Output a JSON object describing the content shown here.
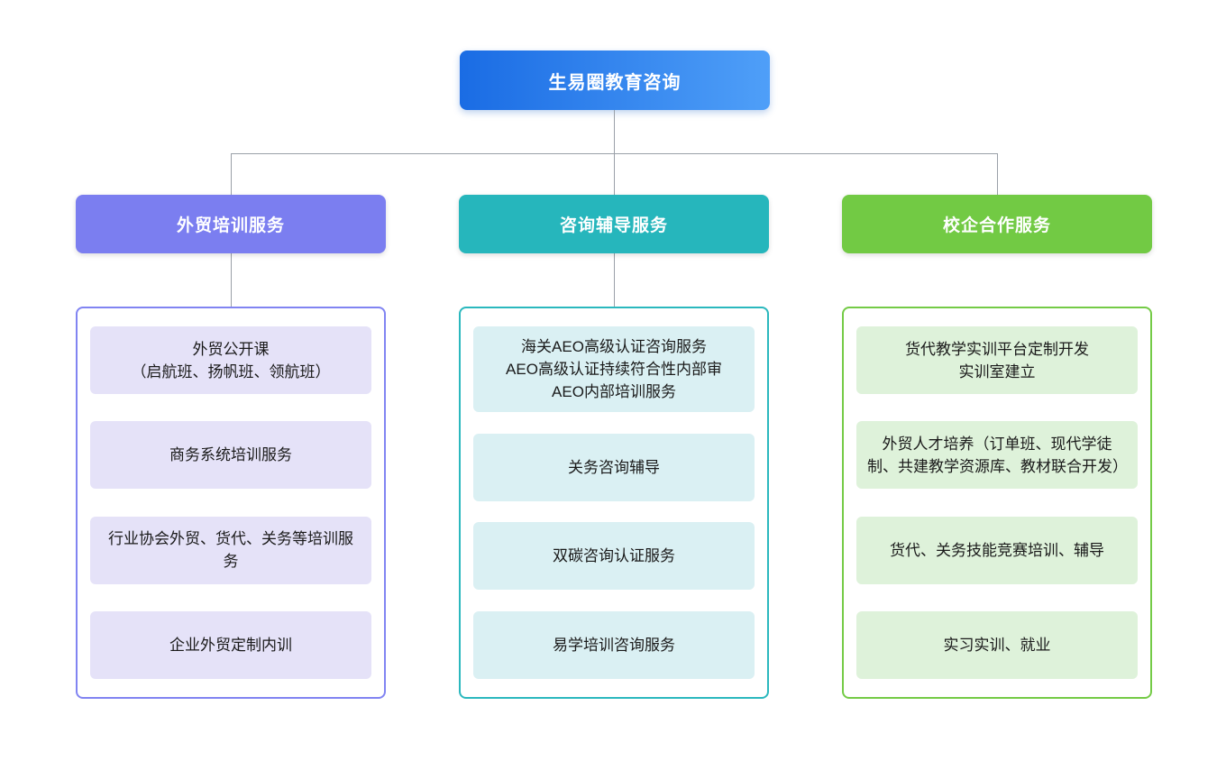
{
  "root": {
    "label": "生易圈教育咨询"
  },
  "branches": [
    {
      "label": "外贸培训服务",
      "header_color": "#7b7ef0",
      "border_color": "#8184f2",
      "item_bg": "#e5e2f8",
      "items": [
        "外贸公开课\n（启航班、扬帆班、领航班）",
        "商务系统培训服务",
        "行业协会外贸、货代、关务等培训服务",
        "企业外贸定制内训"
      ]
    },
    {
      "label": "咨询辅导服务",
      "header_color": "#26b6bc",
      "border_color": "#2bb8be",
      "item_bg": "#daf0f3",
      "items": [
        "海关AEO高级认证咨询服务\nAEO高级认证持续符合性内部审\nAEO内部培训服务",
        "关务咨询辅导",
        "双碳咨询认证服务",
        "易学培训咨询服务"
      ]
    },
    {
      "label": "校企合作服务",
      "header_color": "#72ca44",
      "border_color": "#74cb46",
      "item_bg": "#def2da",
      "items": [
        "货代教学实训平台定制开发\n实训室建立",
        "外贸人才培养（订单班、现代学徒制、共建教学资源库、教材联合开发）",
        "货代、关务技能竞赛培训、辅导",
        "实习实训、就业"
      ]
    }
  ],
  "colors": {
    "root_gradient_start": "#1a6ce4",
    "root_gradient_end": "#4f9ff8",
    "connector": "#9aa0a8"
  }
}
